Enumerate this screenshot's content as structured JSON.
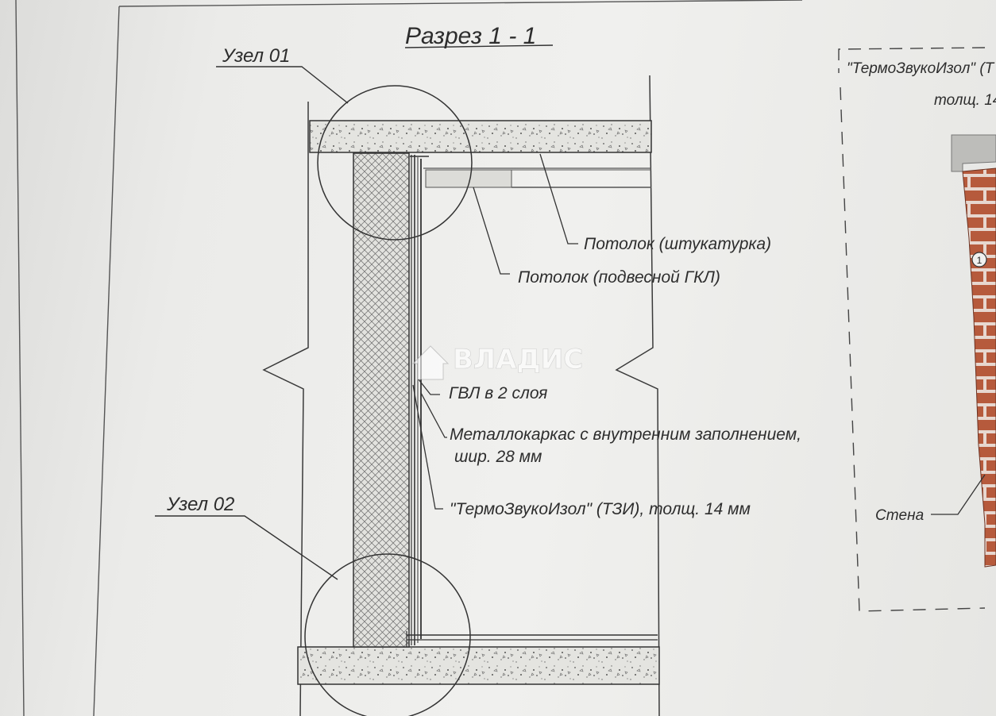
{
  "title": "Разрез 1 - 1",
  "nodes": {
    "node_01": "Узел 01",
    "node_02": "Узел 02"
  },
  "labels": {
    "ceiling_plaster": "Потолок (штукатурка)",
    "ceiling_suspended": "Потолок (подвесной ГКЛ)",
    "gvl_layers": "ГВЛ в 2 слоя",
    "metal_frame_line1": "Металлокаркас с внутренним заполнением,",
    "metal_frame_line2": "шир. 28 мм",
    "tzi_layer": "\"ТермоЗвукоИзол\" (ТЗИ), толщ. 14 мм"
  },
  "side_panel": {
    "tzi_cut": "\"ТермоЗвукоИзол\" (Т",
    "thickness_cut": "толщ. 14",
    "marker_number": "1",
    "wall": "Стена"
  },
  "watermark": "ВЛАДИС",
  "colors": {
    "paper": "#f0f0ee",
    "ink": "#2d2d2d",
    "brick": "#b65a3c",
    "brick_mortar": "#e7d7cf"
  }
}
